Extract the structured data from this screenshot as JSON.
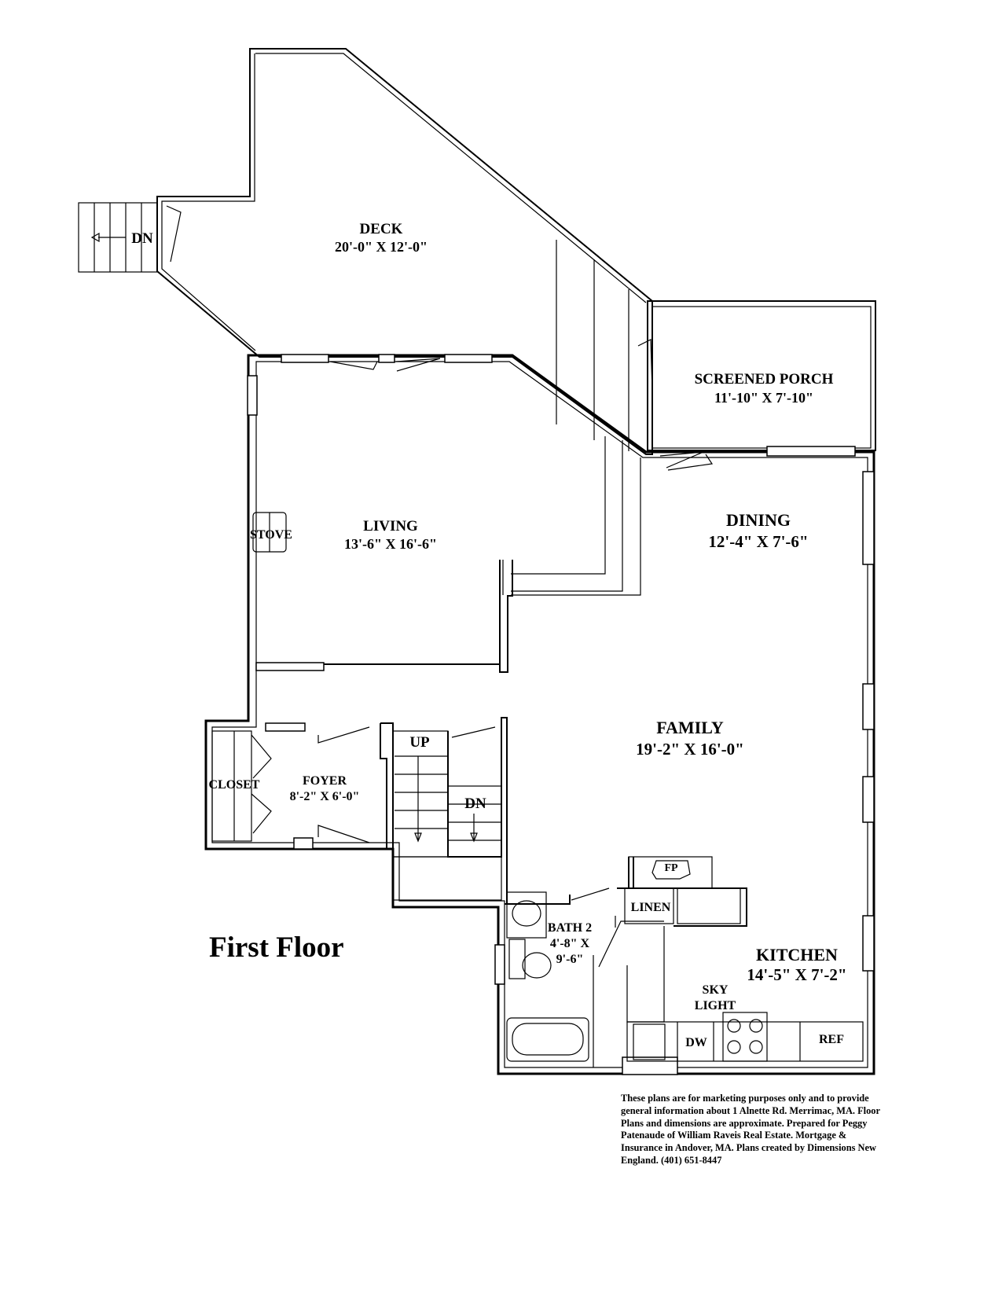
{
  "floor_title": "First Floor",
  "rooms": {
    "deck": {
      "name": "DECK",
      "dims": "20'-0\" X 12'-0\""
    },
    "screened_porch": {
      "name": "SCREENED PORCH",
      "dims": "11'-10\" X 7'-10\""
    },
    "living": {
      "name": "LIVING",
      "dims": "13'-6\" X 16'-6\""
    },
    "dining": {
      "name": "DINING",
      "dims": "12'-4\" X 7'-6\""
    },
    "family": {
      "name": "FAMILY",
      "dims": "19'-2\" X 16'-0\""
    },
    "foyer": {
      "name": "FOYER",
      "dims": "8'-2\" X 6'-0\""
    },
    "bath2": {
      "name": "BATH 2",
      "dims_line1": "4'-8\" X",
      "dims_line2": "9'-6\""
    },
    "kitchen": {
      "name": "KITCHEN",
      "dims": "14'-5\" X 7'-2\""
    }
  },
  "fixtures": {
    "stove": "STOVE",
    "closet": "CLOSET",
    "stairs_up": "UP",
    "stairs_down": "DN",
    "deck_stairs_down": "DN",
    "fireplace": "FP",
    "linen": "LINEN",
    "skylight_line1": "SKY",
    "skylight_line2": "LIGHT",
    "dishwasher": "DW",
    "refrigerator": "REF"
  },
  "disclaimer": "These plans are for marketing purposes only and to provide general information about 1 Alnette Rd. Merrimac, MA.  Floor Plans and dimensions are approximate.  Prepared for Peggy Patenaude of William Raveis Real Estate. Mortgage & Insurance in Andover, MA.  Plans created by Dimensions New England.  (401) 651-8447"
}
